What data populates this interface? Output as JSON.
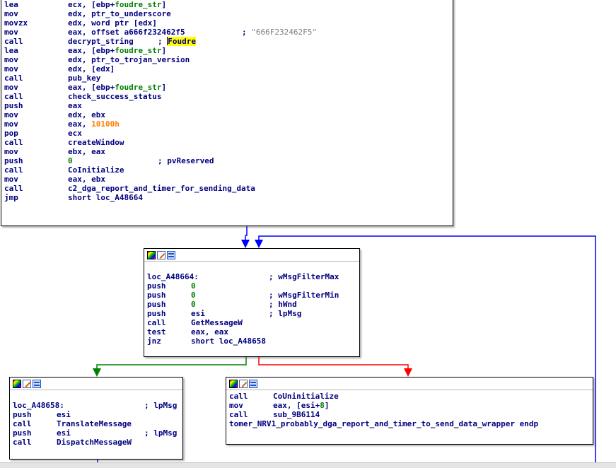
{
  "colors": {
    "text": "#000080",
    "number": "#008000",
    "hex_value": "#ff8000",
    "string": "#808080",
    "highlight": "#ffff00",
    "edge_normal": "#0000ff",
    "edge_true": "#008000",
    "edge_false": "#ff0000"
  },
  "node_header_icons": [
    "color-icon",
    "edit-icon",
    "graph-icon"
  ],
  "node_top": {
    "lines": [
      {
        "mnem": "lea",
        "ops": "ecx, [ebp+",
        "ops_num": "foudre_str",
        "ops_tail": "]"
      },
      {
        "mnem": "mov",
        "ops": "edx, ptr_to_underscore"
      },
      {
        "mnem": "movzx",
        "ops": "edx, word ptr [edx]"
      },
      {
        "mnem": "mov",
        "ops": "eax, offset a666f232462f5",
        "cmt": "; \"666F232462F5\""
      },
      {
        "mnem": "call",
        "ops": "decrypt_string",
        "cmt_pre": "; ",
        "cmt_hl": "Foudre"
      },
      {
        "mnem": "lea",
        "ops": "eax, [ebp+",
        "ops_num": "foudre_str",
        "ops_tail": "]"
      },
      {
        "mnem": "mov",
        "ops": "edx, ptr_to_trojan_version"
      },
      {
        "mnem": "mov",
        "ops": "edx, [edx]"
      },
      {
        "mnem": "call",
        "ops": "pub_key"
      },
      {
        "mnem": "mov",
        "ops": "eax, [ebp+",
        "ops_num": "foudre_str",
        "ops_tail": "]"
      },
      {
        "mnem": "call",
        "ops": "check_success_status"
      },
      {
        "mnem": "push",
        "ops": "eax"
      },
      {
        "mnem": "mov",
        "ops": "edx, ebx"
      },
      {
        "mnem": "mov",
        "ops": "eax, ",
        "ops_hex": "10100h"
      },
      {
        "mnem": "pop",
        "ops": "ecx"
      },
      {
        "mnem": "call",
        "ops": "createWindow"
      },
      {
        "mnem": "mov",
        "ops": "ebx, eax"
      },
      {
        "mnem": "push",
        "ops_numonly": "0",
        "cmt": "; pvReserved"
      },
      {
        "mnem": "call",
        "ops": "CoInitialize"
      },
      {
        "mnem": "mov",
        "ops": "eax, ebx"
      },
      {
        "mnem": "call",
        "ops": "c2_dga_report_and_timer_for_sending_data"
      },
      {
        "mnem": "jmp",
        "ops": "short loc_A48664"
      }
    ]
  },
  "node_loop": {
    "label": "loc_A48664:",
    "label_cmt": "; wMsgFilterMax",
    "lines": [
      {
        "mnem": "push",
        "ops_numonly": "0"
      },
      {
        "mnem": "push",
        "ops_numonly": "0",
        "cmt": "; wMsgFilterMin"
      },
      {
        "mnem": "push",
        "ops_numonly": "0",
        "cmt": "; hWnd"
      },
      {
        "mnem": "push",
        "ops": "esi",
        "cmt": "; lpMsg"
      },
      {
        "mnem": "call",
        "ops": "GetMessageW"
      },
      {
        "mnem": "test",
        "ops": "eax, eax"
      },
      {
        "mnem": "jnz",
        "ops": "short loc_A48658"
      }
    ]
  },
  "node_left": {
    "label": "loc_A48658:",
    "label_cmt": "; lpMsg",
    "lines": [
      {
        "mnem": "push",
        "ops": "esi"
      },
      {
        "mnem": "call",
        "ops": "TranslateMessage"
      },
      {
        "mnem": "push",
        "ops": "esi",
        "cmt": "; lpMsg"
      },
      {
        "mnem": "call",
        "ops": "DispatchMessageW"
      }
    ]
  },
  "node_right": {
    "lines": [
      {
        "mnem": "call",
        "ops": "CoUninitialize"
      },
      {
        "mnem": "mov",
        "ops": "eax, [esi+",
        "ops_num": "8",
        "ops_tail": "]"
      },
      {
        "mnem": "call",
        "ops": "sub_9B6114"
      }
    ],
    "endp_line": "tomer_NRV1_probably_dga_report_and_timer_to_send_data_wrapper endp"
  }
}
